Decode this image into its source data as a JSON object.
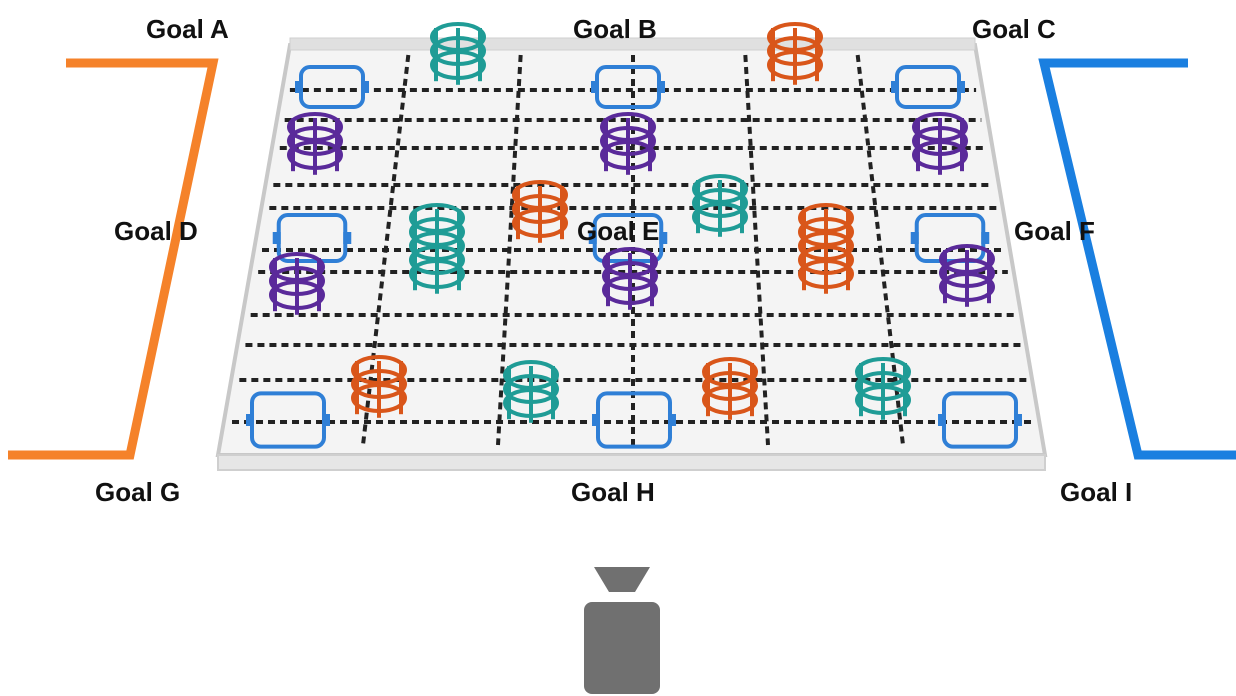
{
  "goals": [
    {
      "id": "A",
      "label": "Goal A"
    },
    {
      "id": "B",
      "label": "Goal B"
    },
    {
      "id": "C",
      "label": "Goal C"
    },
    {
      "id": "D",
      "label": "Goal D"
    },
    {
      "id": "E",
      "label": "Goal E"
    },
    {
      "id": "F",
      "label": "Goal F"
    },
    {
      "id": "G",
      "label": "Goal G"
    },
    {
      "id": "H",
      "label": "Goal H"
    },
    {
      "id": "I",
      "label": "Goal I"
    }
  ],
  "colors": {
    "red_alliance": "#f5822a",
    "blue_alliance": "#1a7fe0",
    "teal": "#1f9c96",
    "orange_ring": "#d9561a",
    "purple": "#5a2a9a",
    "goal_base": "#2f7fd6",
    "field_line": "#222222",
    "driver": "#707070"
  },
  "field": {
    "columns": 6,
    "rows": 6
  },
  "goal_bases": [
    {
      "goal": "A",
      "icon": "goal-base-icon"
    },
    {
      "goal": "B",
      "icon": "goal-base-icon"
    },
    {
      "goal": "C",
      "icon": "goal-base-icon"
    },
    {
      "goal": "D",
      "icon": "goal-base-icon"
    },
    {
      "goal": "E",
      "icon": "goal-base-icon"
    },
    {
      "goal": "F",
      "icon": "goal-base-icon"
    },
    {
      "goal": "G",
      "icon": "goal-base-icon"
    },
    {
      "goal": "H",
      "icon": "goal-base-icon"
    },
    {
      "goal": "I",
      "icon": "goal-base-icon"
    }
  ],
  "ring_stacks": [
    {
      "color": "teal",
      "rings": 3
    },
    {
      "color": "orange_ring",
      "rings": 3
    },
    {
      "color": "purple",
      "rings": 3
    },
    {
      "color": "purple",
      "rings": 3
    },
    {
      "color": "purple",
      "rings": 3
    },
    {
      "color": "teal",
      "rings": 5
    },
    {
      "color": "orange_ring",
      "rings": 3
    },
    {
      "color": "teal",
      "rings": 3
    },
    {
      "color": "orange_ring",
      "rings": 5
    },
    {
      "color": "purple",
      "rings": 3
    },
    {
      "color": "purple",
      "rings": 3
    },
    {
      "color": "purple",
      "rings": 3
    },
    {
      "color": "orange_ring",
      "rings": 3
    },
    {
      "color": "teal",
      "rings": 3
    },
    {
      "color": "orange_ring",
      "rings": 3
    },
    {
      "color": "teal",
      "rings": 3
    }
  ],
  "alliances": [
    {
      "side": "left",
      "color": "red_alliance"
    },
    {
      "side": "right",
      "color": "blue_alliance"
    }
  ],
  "driver_station": {
    "icon": "camera-icon"
  }
}
